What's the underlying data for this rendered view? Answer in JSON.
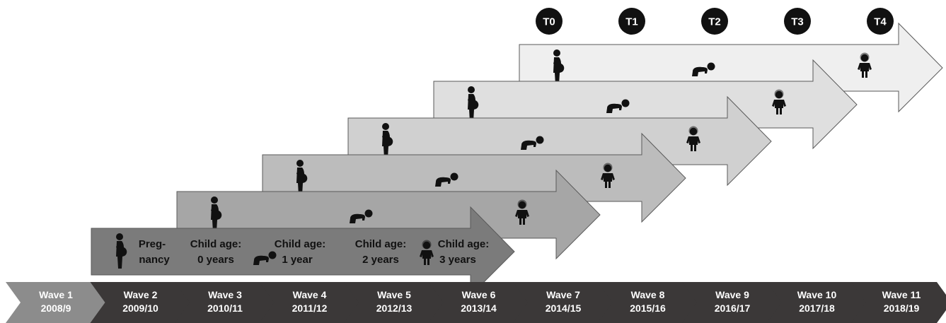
{
  "timepoints": [
    "T0",
    "T1",
    "T2",
    "T3",
    "T4"
  ],
  "cohort_labels": {
    "pregnancy": [
      "Preg-",
      "nancy"
    ],
    "age0": [
      "Child age:",
      "0 years"
    ],
    "age1": [
      "Child age:",
      "1 year"
    ],
    "age2": [
      "Child age:",
      "2 years"
    ],
    "age3": [
      "Child age:",
      "3 years"
    ]
  },
  "waves": [
    {
      "name": "Wave 1",
      "years": "2008/9"
    },
    {
      "name": "Wave 2",
      "years": "2009/10"
    },
    {
      "name": "Wave 3",
      "years": "2010/11"
    },
    {
      "name": "Wave 4",
      "years": "2011/12"
    },
    {
      "name": "Wave 5",
      "years": "2012/13"
    },
    {
      "name": "Wave 6",
      "years": "2013/14"
    },
    {
      "name": "Wave 7",
      "years": "2014/15"
    },
    {
      "name": "Wave 8",
      "years": "2015/16"
    },
    {
      "name": "Wave 9",
      "years": "2016/17"
    },
    {
      "name": "Wave 10",
      "years": "2017/18"
    },
    {
      "name": "Wave 11",
      "years": "2018/19"
    }
  ],
  "icons": {
    "pregnancy": "pregnant-woman-icon",
    "infant": "crawling-baby-icon",
    "child": "toddler-icon"
  },
  "colors": {
    "cohort_fills": [
      "#7b7b7b",
      "#a6a6a6",
      "#bcbcbc",
      "#d0d0d0",
      "#dfdfdf",
      "#efefef"
    ],
    "first_wave_chevron": "#8c8c8c",
    "wave_chevron": "#3b3838",
    "badge": "#111111",
    "icon": "#111111"
  }
}
